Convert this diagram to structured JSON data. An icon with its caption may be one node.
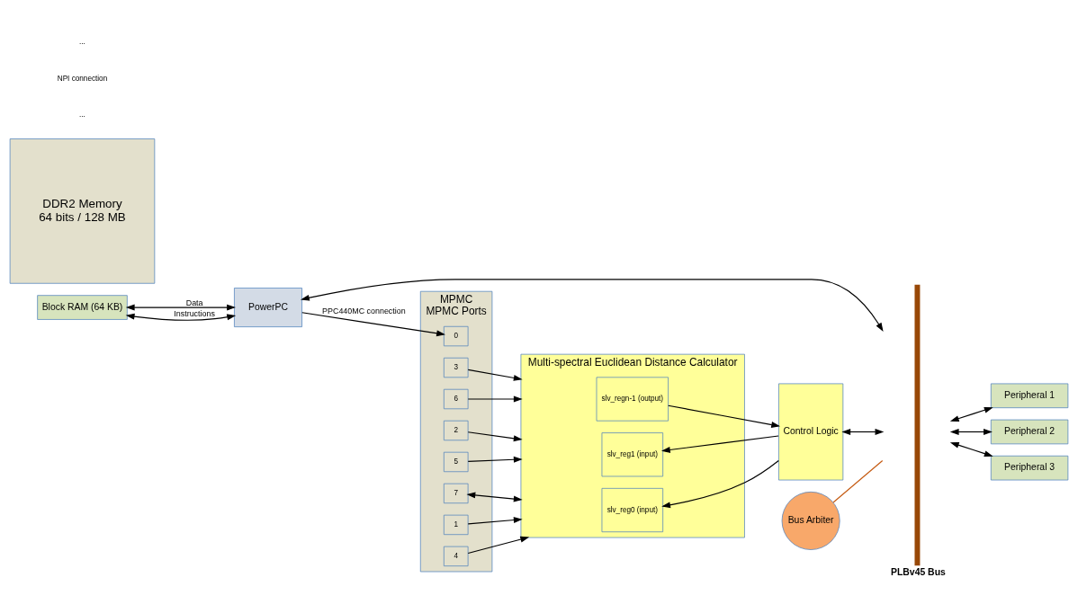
{
  "diagram": {
    "nodes": [
      {
        "text": [
          "Block RAM (64 KB)"
        ]
      },
      {
        "text": [
          "Bus Arbiter"
        ]
      },
      {
        "text": [
          "PowerPC"
        ]
      },
      {
        "text": [
          "Peripheral 1"
        ]
      },
      {
        "text": [
          "Peripheral 2"
        ]
      },
      {
        "text": [
          "Peripheral 3"
        ]
      },
      {
        "text": [
          "PLBv45 Bus"
        ]
      },
      {
        "text": [
          "DDR2 Memory",
          "64 bits / 128 MB"
        ]
      },
      {
        "text": [
          "MPMC",
          "MPMC Ports"
        ]
      },
      {
        "text": [
          "0"
        ],
        "in": 8
      },
      {
        "text": [
          "1"
        ],
        "in": 8
      },
      {
        "text": [
          "2"
        ],
        "in": 8
      },
      {
        "text": [
          "3"
        ],
        "in": 8
      },
      {
        "text": [
          "4"
        ],
        "in": 8
      },
      {
        "text": [
          "5"
        ],
        "in": 8
      },
      {
        "text": [
          "6"
        ],
        "in": 8
      },
      {
        "text": [
          "7"
        ],
        "in": 8
      },
      {
        "text": [
          "Multi-spectral Euclidean Distance Calculator"
        ]
      },
      {
        "text": [
          "slv_reg0 (input)"
        ],
        "in": 17
      },
      {
        "text": [
          "slv_reg1 (input)"
        ],
        "in": 17
      },
      {
        "text": [
          "slv_regn-1 (output)"
        ],
        "in": 17
      },
      {
        "text": [
          "Control Logic"
        ]
      }
    ],
    "edges": [
      {
        "from": 0,
        "to": 2,
        "arrow": "both",
        "label": "Data"
      },
      {
        "from": 0,
        "to": 2,
        "arrow": "both",
        "label": "Instructions"
      },
      {
        "from": 1,
        "to": 6,
        "arrow": "none",
        "color": "#c55a11"
      },
      {
        "from": 6,
        "to": 3,
        "arrow": "both"
      },
      {
        "from": 6,
        "to": 4,
        "arrow": "both"
      },
      {
        "from": 6,
        "to": 5,
        "arrow": "both"
      },
      {
        "from": 2,
        "to": 6,
        "arrow": "both"
      },
      {
        "from": 2,
        "to": 9,
        "arrow": "to",
        "label": "PPC440MC connection"
      },
      {
        "from": 10,
        "to": 17,
        "arrow": "to"
      },
      {
        "from": 11,
        "to": 17,
        "arrow": "to"
      },
      {
        "from": 12,
        "to": 17,
        "arrow": "to"
      },
      {
        "from": 13,
        "to": 17,
        "arrow": "to"
      },
      {
        "from": 14,
        "to": 17,
        "arrow": "to"
      },
      {
        "from": 15,
        "to": 17,
        "arrow": "to"
      },
      {
        "from": 16,
        "to": 17,
        "arrow": "both"
      },
      {
        "from": 21,
        "to": 18,
        "arrow": "to"
      },
      {
        "from": 21,
        "to": 19,
        "arrow": "to"
      },
      {
        "from": 20,
        "to": 21,
        "arrow": "to"
      },
      {
        "from": 21,
        "to": 6,
        "arrow": "both"
      }
    ],
    "labels": [
      "...",
      "NPI connection",
      "..."
    ]
  }
}
